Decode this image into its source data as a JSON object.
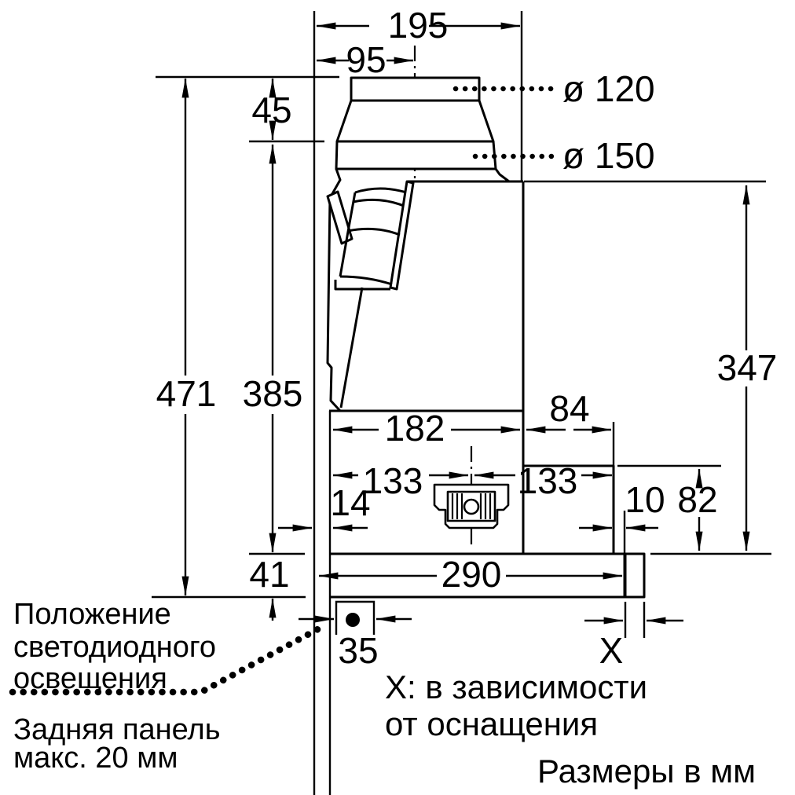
{
  "drawing": {
    "colors": {
      "ink": "#000000",
      "background": "#ffffff"
    },
    "dims": {
      "w195": "195",
      "w95": "95",
      "h45": "45",
      "dia120": "ø 120",
      "dia150": "ø 150",
      "h471": "471",
      "h385": "385",
      "h347": "347",
      "w182": "182",
      "w84": "84",
      "w133_left": "133",
      "w133_right": "133",
      "w14": "14",
      "w10": "10",
      "h82": "82",
      "h41": "41",
      "w290": "290",
      "w35": "35",
      "x_label": "X"
    },
    "notes": {
      "led_position": [
        "Положение",
        "светодиодного",
        "освещения"
      ],
      "back_panel": [
        "Задняя панель",
        "макс. 20 мм"
      ],
      "x_meaning": [
        "X: в зависимости",
        "от оснащения"
      ],
      "units": "Размеры в мм"
    }
  }
}
